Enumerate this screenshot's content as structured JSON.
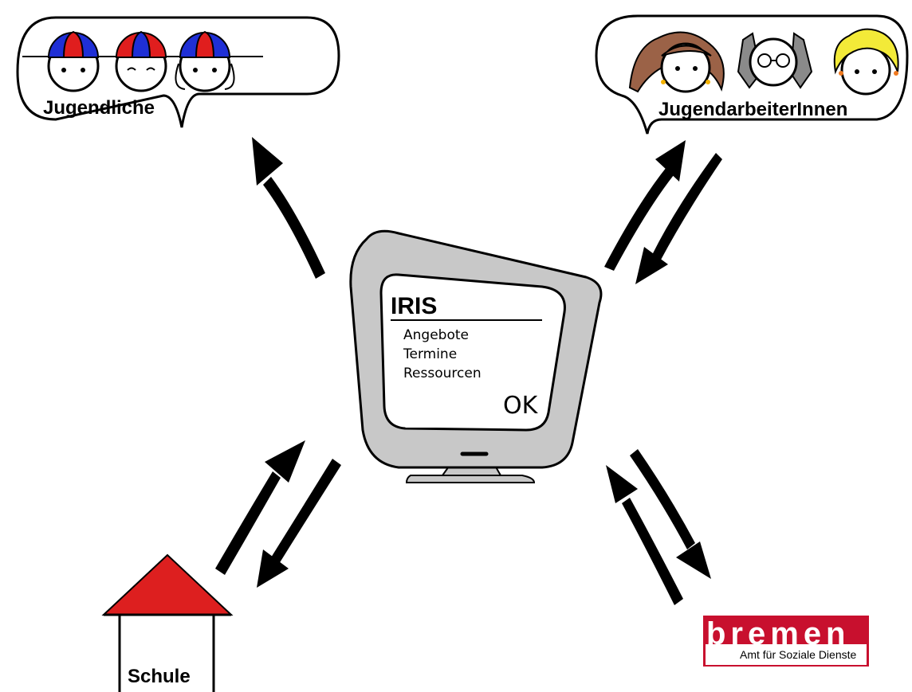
{
  "groups": {
    "jugendliche": "Jugendliche",
    "jugendarbeiter": "JugendarbeiterInnen",
    "schule": "Schule"
  },
  "iris": {
    "title": "IRIS",
    "items": [
      "Angebote",
      "Termine",
      "Ressourcen"
    ],
    "ok": "OK"
  },
  "bremen": {
    "name": "bremen",
    "subtitle": "Amt für Soziale Dienste"
  },
  "colors": {
    "cap_blue": "#1f2fd6",
    "cap_red": "#e01e1e",
    "roof_red": "#dd1f1f",
    "bremen_red": "#c8102e",
    "monitor_gray": "#c8c8c8",
    "hair_brown": "#9b6247",
    "hair_gray": "#8a8a8a",
    "hair_yellow": "#f3ea38"
  },
  "icons": [
    "youth-faces-icon",
    "youth-worker-faces-icon",
    "monitor-icon",
    "school-house-icon",
    "bremen-logo",
    "arrow-icon"
  ]
}
